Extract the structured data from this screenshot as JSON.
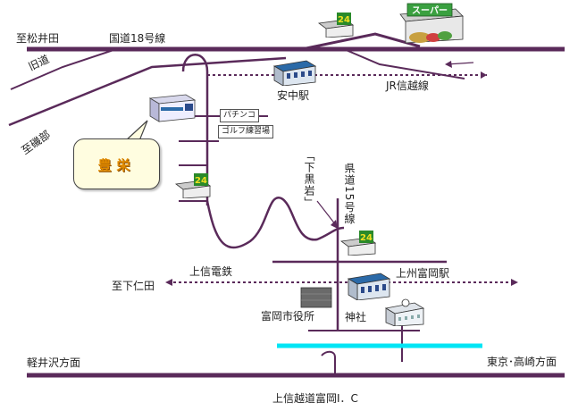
{
  "map": {
    "labels": {
      "matsuida": "至松井田",
      "route18": "国道18号線",
      "old_road": "旧道",
      "isobe": "至磯部",
      "annaka_station": "安中駅",
      "jr_shinetsu": "JR信越線",
      "shimokuroiwa": "「下黒岩」",
      "pref_road15": "県道15号線",
      "joshin_railway": "上信電鉄",
      "shimonita": "至下仁田",
      "joshu_tomioka_station": "上州富岡駅",
      "tomioka_city_hall": "富岡市役所",
      "shrine": "神社",
      "karuizawa": "軽井沢方面",
      "tokyo_takasaki": "東京･高崎方面",
      "joshinetsu_ic": "上信越道富岡I．C"
    },
    "boxes": {
      "pachinko": "パチンコ",
      "golf": "ゴルフ練習場"
    },
    "callout": "豊栄",
    "supermarket_sign": "スーパー",
    "store_24": "24",
    "colors": {
      "road": "#5a2a5a",
      "expressway": "#00e5f5",
      "callout_fill": "#fffde0",
      "callout_text": "#e08a00",
      "station_roof": "#2b6aa8"
    }
  }
}
